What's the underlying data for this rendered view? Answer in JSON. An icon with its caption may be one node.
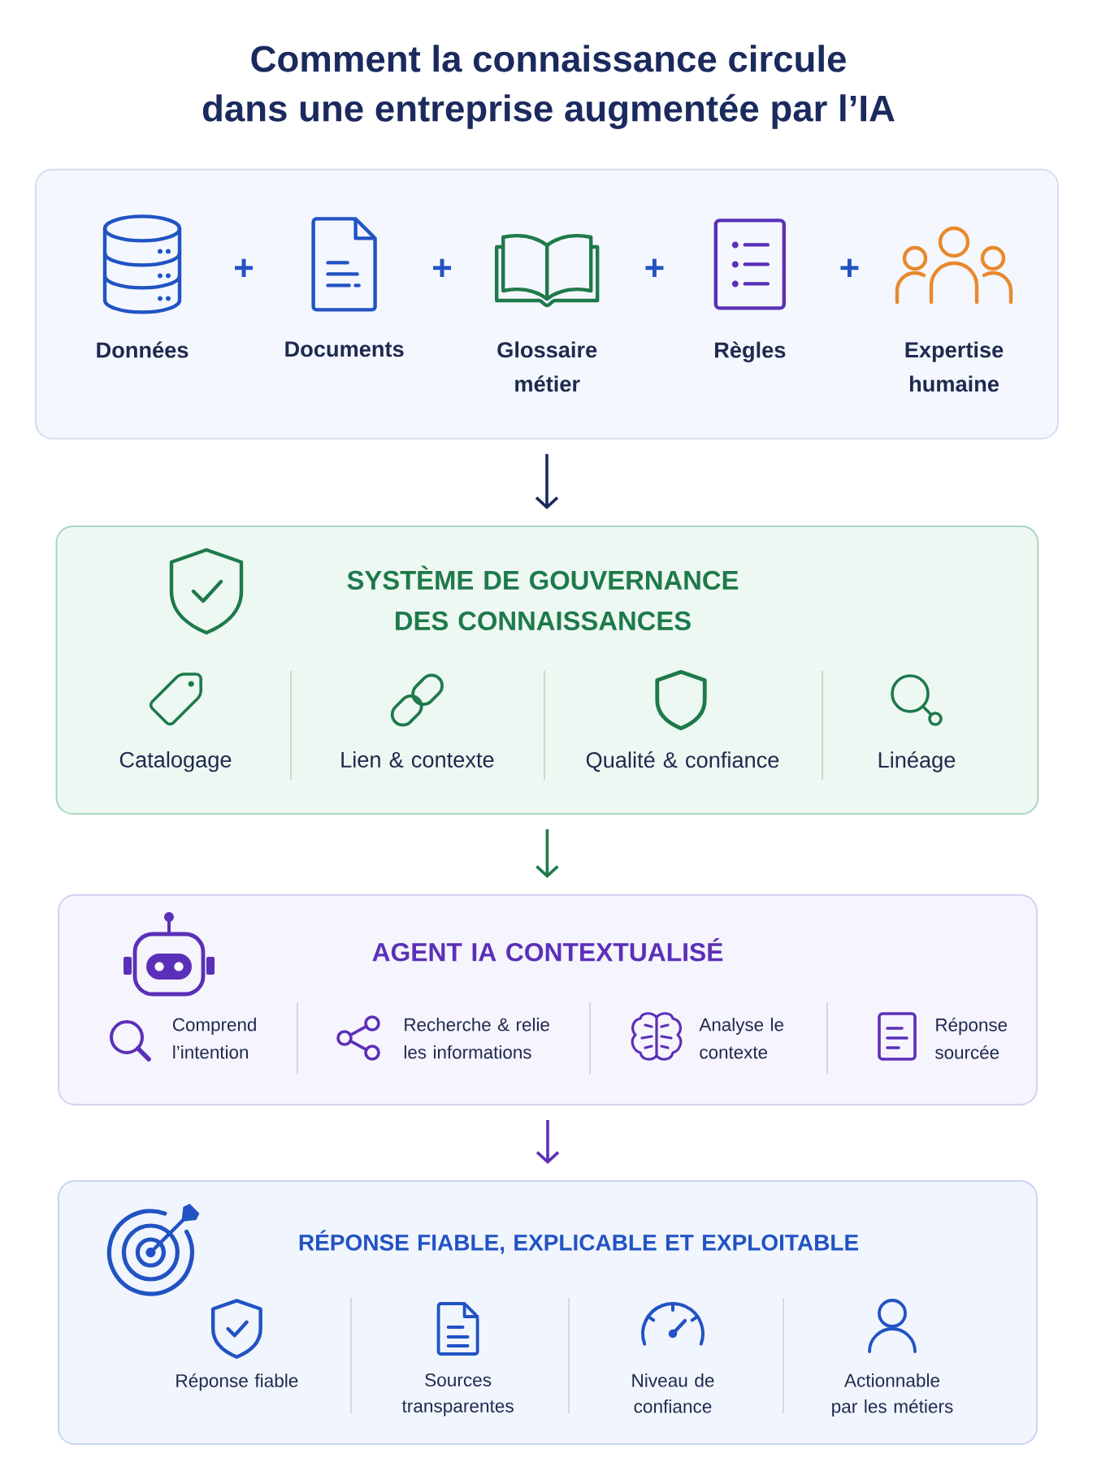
{
  "diagram": {
    "title": "Comment la connaissance circule dans une entreprise augmentée par l’IA",
    "nodes": [
      {
        "text": [
          "Données",
          "Documents",
          "Glossaire métier",
          "Règles",
          "Expertise humaine"
        ]
      },
      {
        "text": [
          "SYSTÈME DE GOUVERNANCE DES CONNAISSANCES",
          "Catalogage",
          "Lien & contexte",
          "Qualité & confiance",
          "Linéage"
        ]
      },
      {
        "text": [
          "AGENT IA CONTEXTUALISÉ",
          "Comprend l’intention",
          "Recherche & relie les informations",
          "Analyse le contexte",
          "Réponse sourcée"
        ]
      },
      {
        "text": [
          "RÉPONSE FIABLE, EXPLICABLE ET EXPLOITABLE",
          "Réponse fiable",
          "Sources transparentes",
          "Niveau de confiance",
          "Actionnable par les métiers"
        ]
      }
    ],
    "edges": [
      {
        "from": 0,
        "to": 1,
        "arrow": "to",
        "color": "#1b2a5e"
      },
      {
        "from": 1,
        "to": 2,
        "arrow": "to",
        "color": "#1e7a4b"
      },
      {
        "from": 2,
        "to": 3,
        "arrow": "to",
        "color": "#5b30b8"
      }
    ],
    "labels": [
      "+",
      "+",
      "+",
      "+"
    ]
  }
}
